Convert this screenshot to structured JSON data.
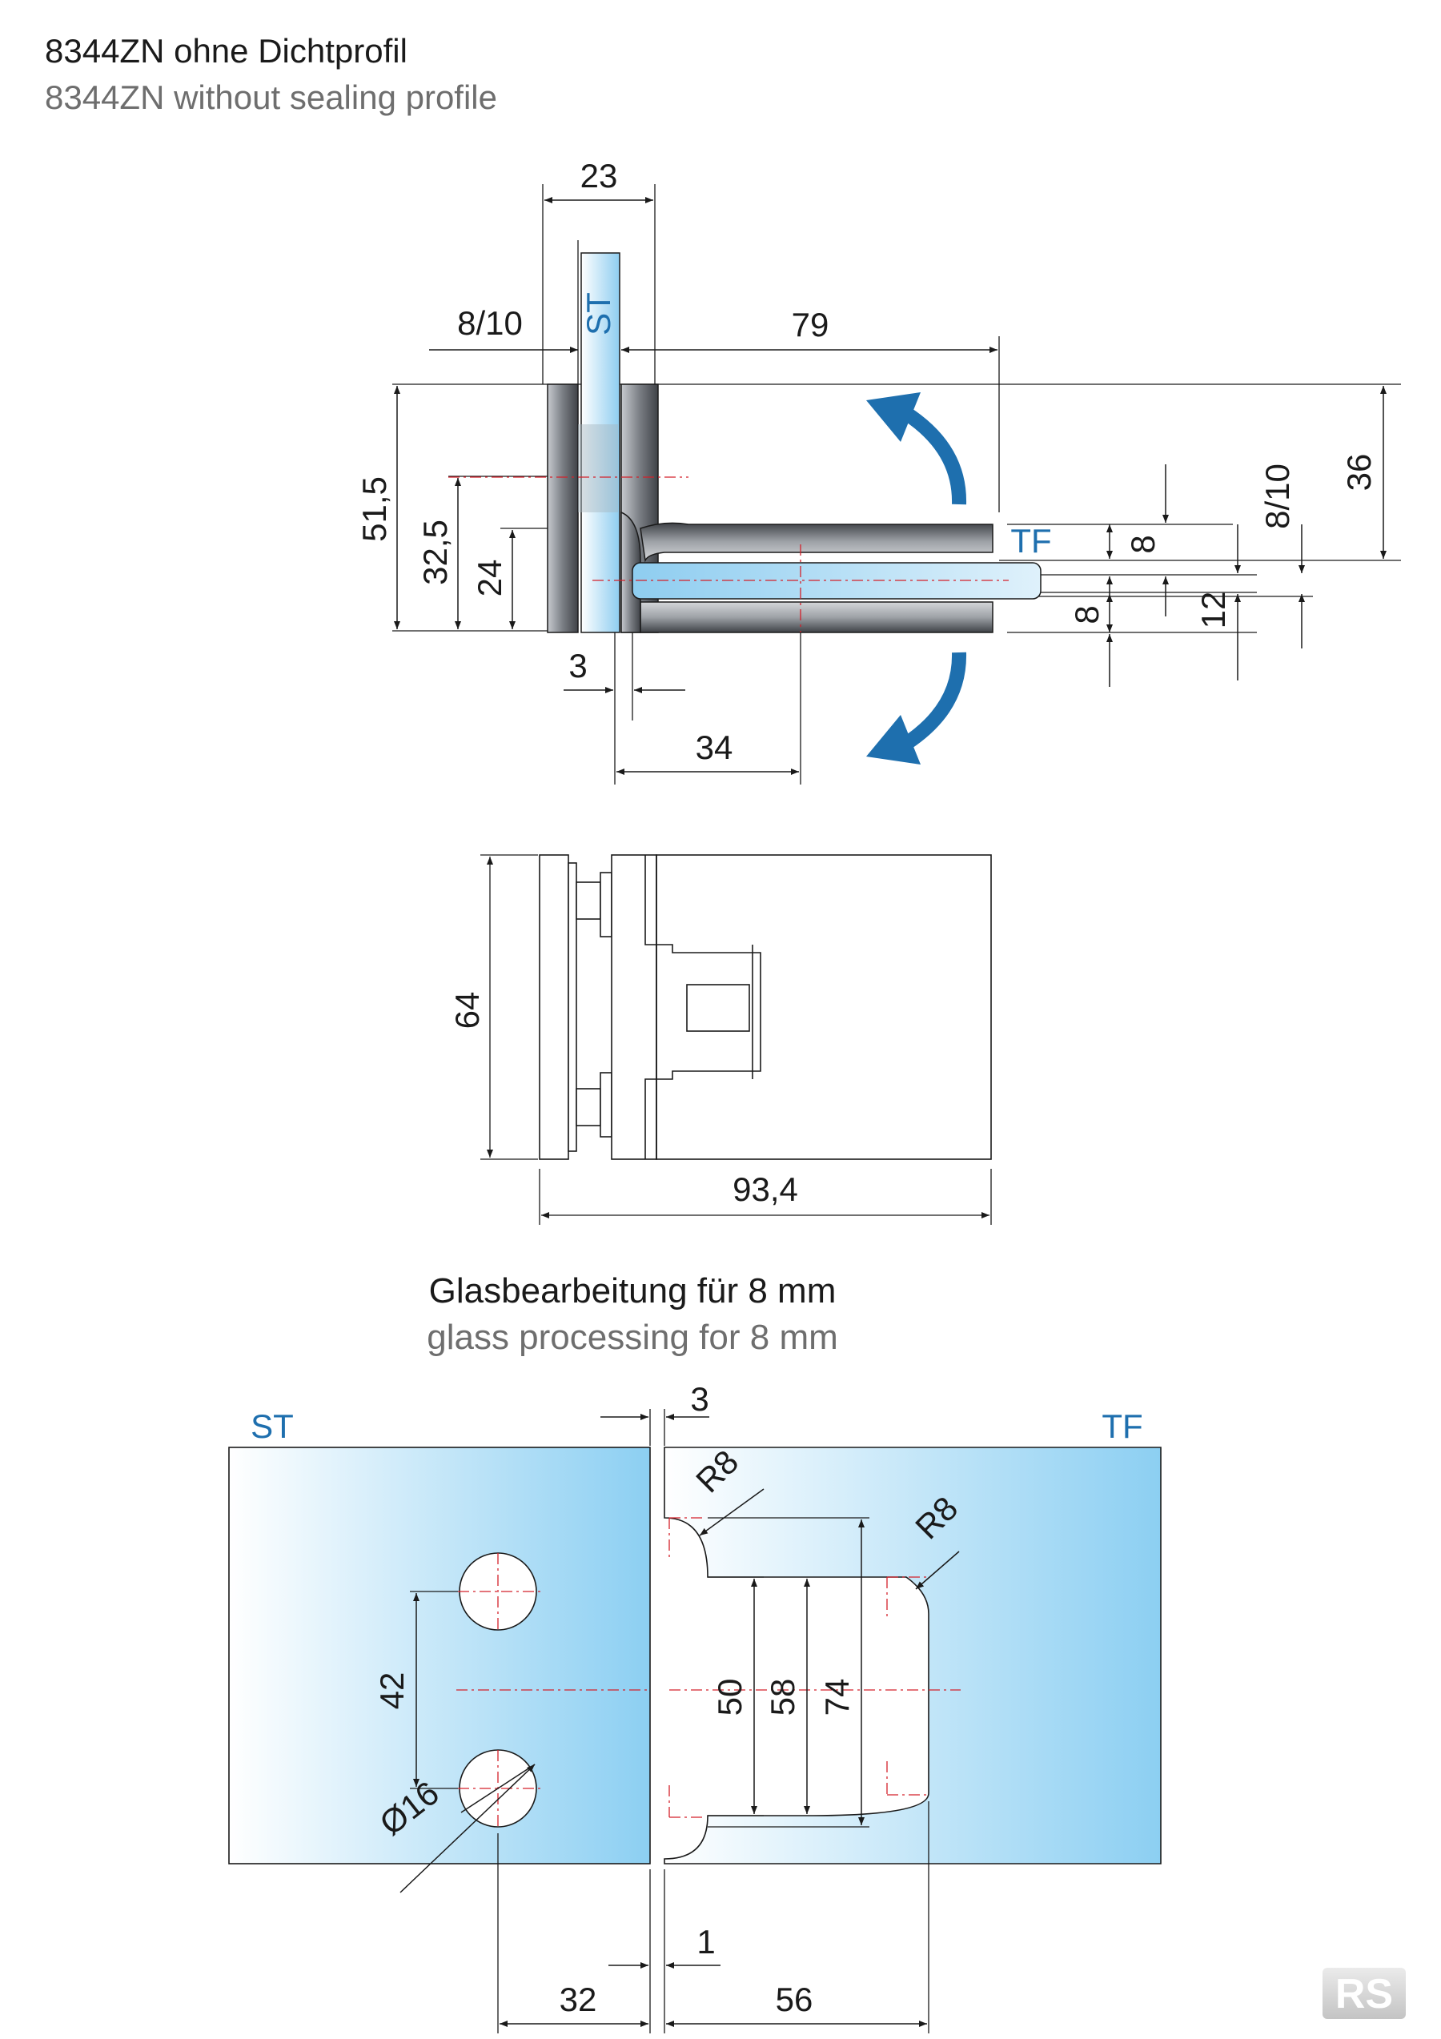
{
  "header": {
    "title_de": "8344ZN ohne Dichtprofil",
    "title_en": "8344ZN without sealing profile"
  },
  "top_view": {
    "label_st": "ST",
    "label_tf": "TF",
    "dims": {
      "d23": "23",
      "d8_10_left": "8/10",
      "d79": "79",
      "d51_5": "51,5",
      "d32_5": "32,5",
      "d24": "24",
      "d3": "3",
      "d34": "34",
      "d36": "36",
      "d8_10_right": "8/10",
      "d8_top": "8",
      "d12": "12",
      "d8_bottom": "8"
    }
  },
  "front_view": {
    "dims": {
      "height": "64",
      "width": "93,4"
    }
  },
  "glass_section": {
    "title_de": "Glasbearbeitung für 8 mm",
    "title_en": "glass processing for 8 mm",
    "label_st": "ST",
    "label_tf": "TF",
    "dims": {
      "gap": "3",
      "r8_a": "R8",
      "r8_b": "R8",
      "d42": "42",
      "d16": "Ø16",
      "d50": "50",
      "d58": "58",
      "d74": "74",
      "d32": "32",
      "d1": "1",
      "d56": "56"
    }
  },
  "colors": {
    "glass_light": "#ffffff",
    "glass_blue": "#8ecdf0",
    "arrow_blue": "#1e6fae",
    "center_red": "#d4202a",
    "metal_dark": "#4a4d52",
    "metal_light": "#c9ccd0"
  },
  "logo": {
    "text": "RS"
  }
}
